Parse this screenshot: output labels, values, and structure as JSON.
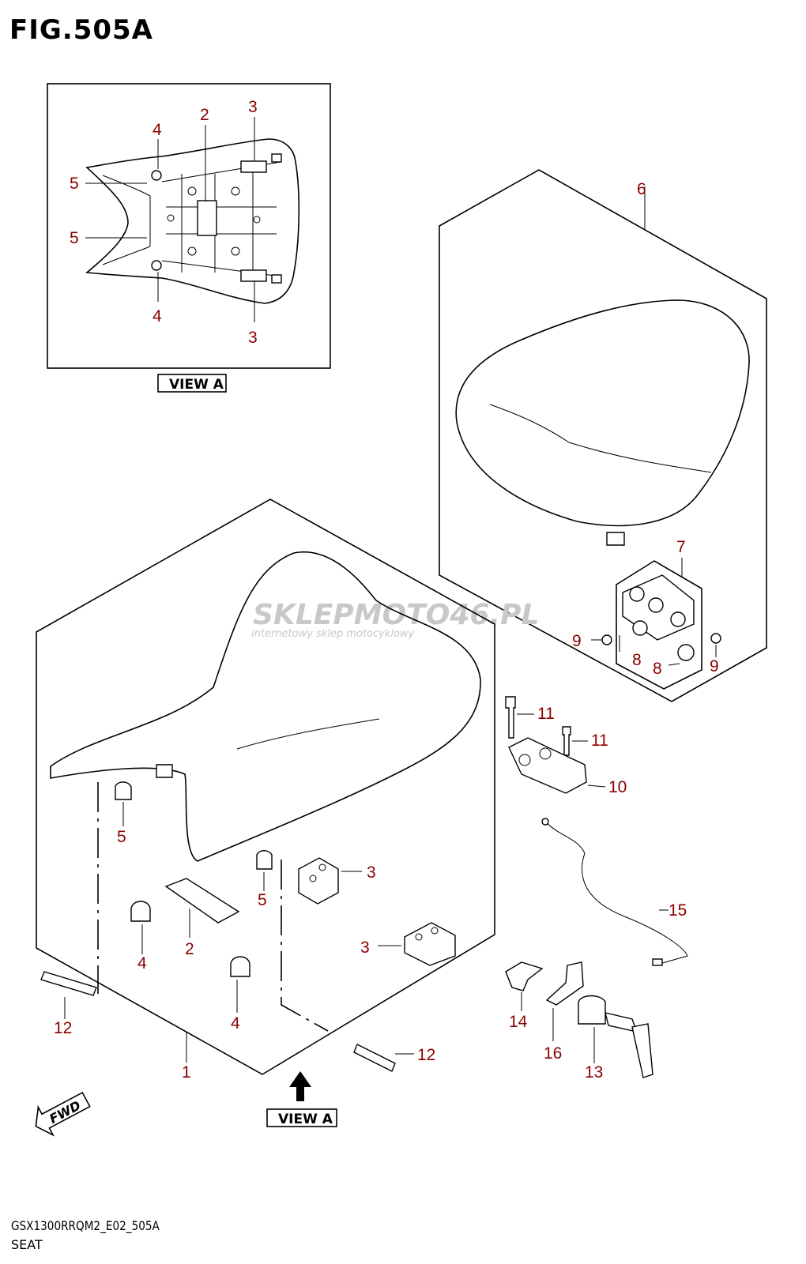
{
  "figure": {
    "title": "FIG.505A",
    "model_code": "GSX1300RRQM2_E02_505A",
    "caption": "SEAT"
  },
  "view_labels": {
    "inset": "VIEW A",
    "arrow": "VIEW A"
  },
  "fwd_label": "FWD",
  "watermark": {
    "brand": "SKLEPMOTO46.PL",
    "tagline": "internetowy sklep motocyklowy"
  },
  "callouts": {
    "c1": "1",
    "c2a": "2",
    "c2b": "2",
    "c3a": "3",
    "c3b": "3",
    "c3c": "3",
    "c3d": "3",
    "c4a": "4",
    "c4b": "4",
    "c4c": "4",
    "c4d": "4",
    "c5a": "5",
    "c5b": "5",
    "c5c": "5",
    "c5d": "5",
    "c6": "6",
    "c7": "7",
    "c8a": "8",
    "c8b": "8",
    "c9a": "9",
    "c9b": "9",
    "c10": "10",
    "c11a": "11",
    "c11b": "11",
    "c12a": "12",
    "c12b": "12",
    "c13": "13",
    "c14": "14",
    "c15": "15",
    "c16": "16"
  },
  "colors": {
    "callout": "#8b0000",
    "line": "#000000",
    "watermark": "#c8c8c8"
  }
}
